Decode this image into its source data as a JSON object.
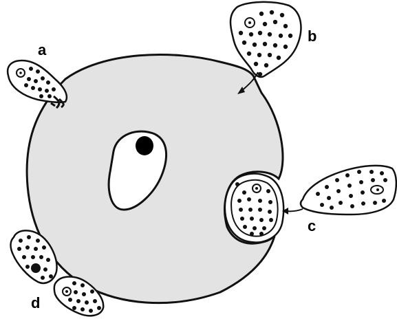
{
  "labels": {
    "a": "a",
    "b": "b",
    "c": "c",
    "d": "d"
  },
  "colors": {
    "cell_fill": "#e3e3e3",
    "vacuole_fill": "#ffffff",
    "outline": "#111111",
    "nucleus": "#000000"
  }
}
